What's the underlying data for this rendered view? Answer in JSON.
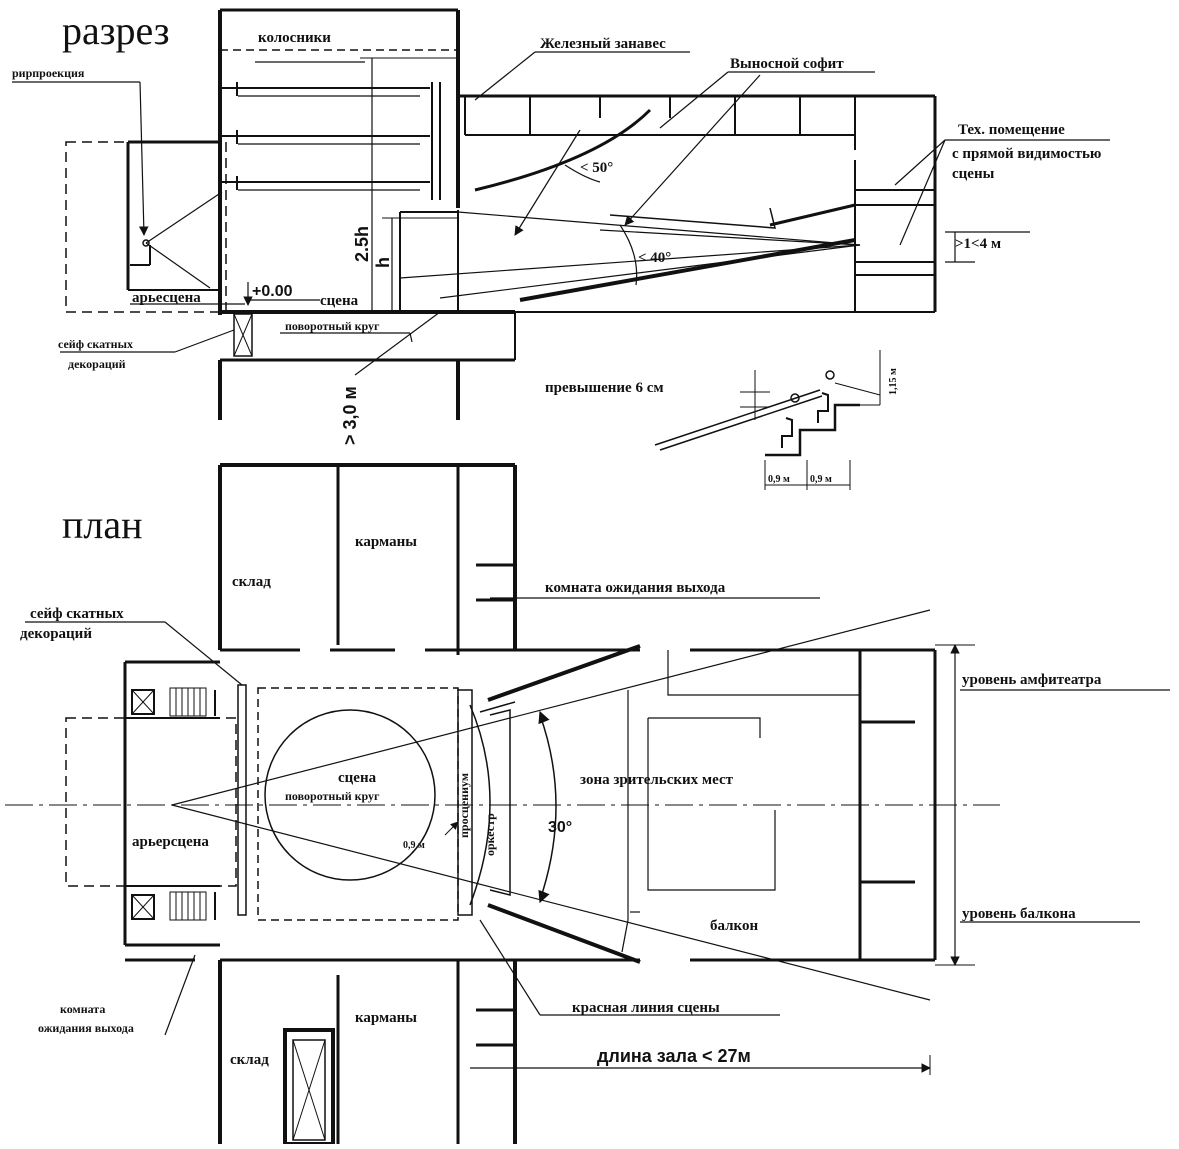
{
  "section": {
    "title": "разрез",
    "labels": {
      "grid": "колосники",
      "iron_curtain": "Железный занавес",
      "remote_soffit": "Выносной софит",
      "tech_room_1": "Тех. помещение",
      "tech_room_2": "с прямой видимостью",
      "tech_room_3": "сцены",
      "rear_projection": "рирпроекция",
      "backstage": "арьесцена",
      "level": "+0.00",
      "stage": "сцена",
      "turntable": "поворотный круг",
      "safe_1": "сейф скатных",
      "safe_2": "декораций",
      "height_2_5h": "2.5h",
      "height_h": "h",
      "depth": "> 3,0 м",
      "angle_50": "< 50°",
      "angle_40": "< 40°",
      "tech_height": ">1<4 м",
      "rise": "превышение 6 см",
      "row_height": "1,15 м",
      "row_w1": "0,9 м",
      "row_w2": "0,9 м"
    }
  },
  "plan": {
    "title": "план",
    "labels": {
      "pockets_top": "карманы",
      "storage_top": "склад",
      "waiting_room_top": "комната ожидания выхода",
      "safe_1": "сейф скатных",
      "safe_2": "декораций",
      "amphitheatre": "уровень амфитеатра",
      "stage": "сцена",
      "turntable": "поворотный круг",
      "proscenium": "просцениум",
      "orchestra": "оркестр",
      "seating_zone": "зона зрительских мест",
      "angle_30": "30°",
      "backstage": "арьерсцена",
      "dim_09": "0,9 м",
      "balcony": "балкон",
      "balcony_level": "уровень балкона",
      "waiting_room_bottom_1": "комната",
      "waiting_room_bottom_2": "ожидания выхода",
      "red_line": "красная линия сцены",
      "pockets_bottom": "карманы",
      "storage_bottom": "склад",
      "hall_length": "длина зала < 27м"
    }
  }
}
